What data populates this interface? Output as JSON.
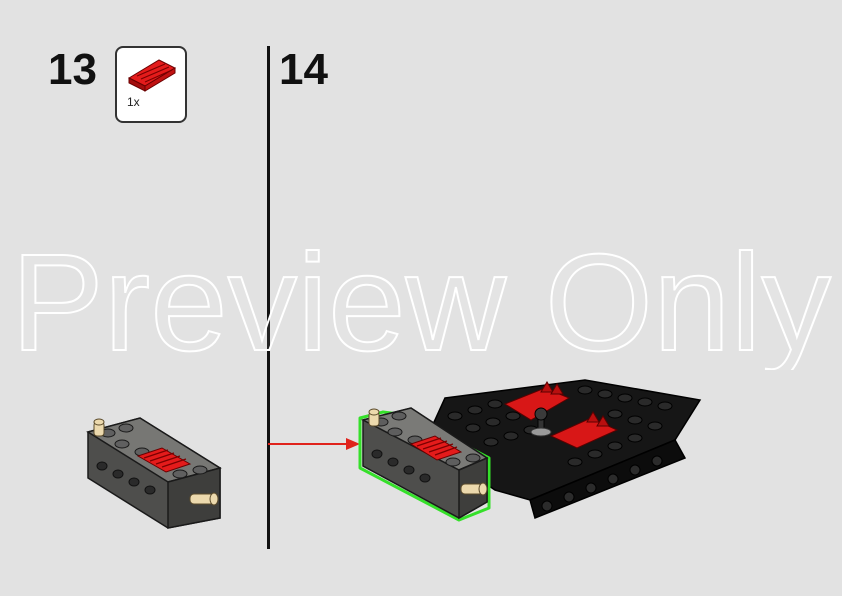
{
  "steps": [
    {
      "number": "13",
      "parts": [
        {
          "quantity": "1x",
          "color": "#d40000"
        }
      ]
    },
    {
      "number": "14"
    }
  ],
  "watermark": {
    "text": "Preview Only"
  },
  "colors": {
    "background": "#e2e2e2",
    "brick_red": "#d40000",
    "brick_dark_gray": "#5a5a58",
    "brick_black": "#111111",
    "brick_tan": "#e9d6a8",
    "highlight_green": "#35e02a",
    "arrow_red": "#e0231c"
  }
}
